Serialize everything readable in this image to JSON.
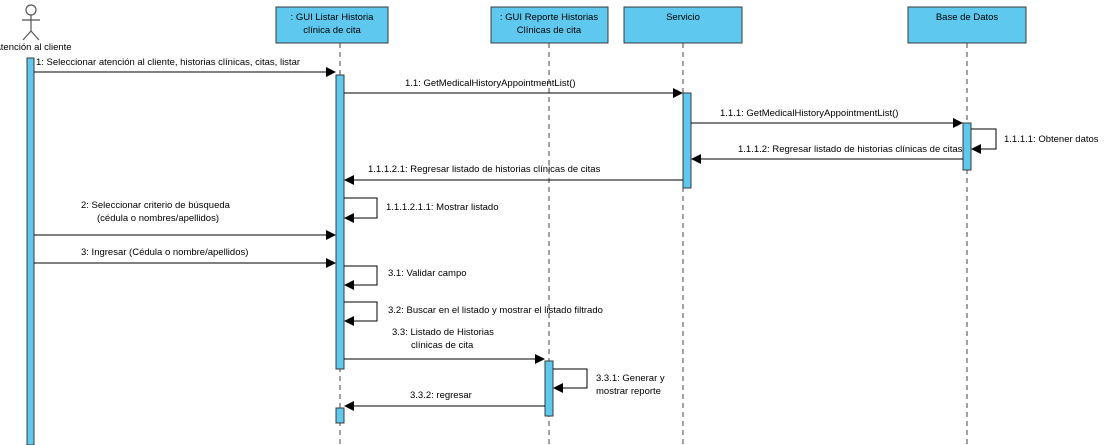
{
  "actor": {
    "name": "Atención al cliente"
  },
  "lifelines": [
    {
      "id": "gui_listar",
      "line1": ": GUI Listar Historia",
      "line2": "clínica de cita"
    },
    {
      "id": "gui_reporte",
      "line1": ": GUI Reporte Historias",
      "line2": "Clínicas de cita"
    },
    {
      "id": "servicio",
      "line1": "Servicio",
      "line2": ""
    },
    {
      "id": "bd",
      "line1": "Base de Datos",
      "line2": ""
    }
  ],
  "messages": [
    {
      "id": "m1",
      "lines": [
        "1: Seleccionar atención al cliente, historias clínicas, citas, listar"
      ]
    },
    {
      "id": "m11",
      "lines": [
        "1.1: GetMedicalHistoryAppointmentList()"
      ]
    },
    {
      "id": "m111",
      "lines": [
        "1.1.1: GetMedicalHistoryAppointmentList()"
      ]
    },
    {
      "id": "m1111",
      "lines": [
        "1.1.1.1: Obtener datos"
      ]
    },
    {
      "id": "m1112",
      "lines": [
        "1.1.1.2: Regresar listado de historias clínicas de citas"
      ]
    },
    {
      "id": "m11121",
      "lines": [
        "1.1.1.2.1: Regresar listado de historias clínicas de citas"
      ]
    },
    {
      "id": "m111211",
      "lines": [
        "1.1.1.2.1.1: Mostrar listado"
      ]
    },
    {
      "id": "m2",
      "lines": [
        "2: Seleccionar criterio de búsqueda",
        "(cédula o nombres/apellidos)"
      ]
    },
    {
      "id": "m3",
      "lines": [
        "3: Ingresar (Cédula o nombre/apellidos)"
      ]
    },
    {
      "id": "m31",
      "lines": [
        "3.1: Validar campo"
      ]
    },
    {
      "id": "m32",
      "lines": [
        "3.2: Buscar en el listado y mostrar el listado filtrado"
      ]
    },
    {
      "id": "m33",
      "lines": [
        "3.3: Listado de Historias",
        "clínicas de cita"
      ]
    },
    {
      "id": "m331",
      "lines": [
        "3.3.1: Generar y",
        "mostrar reporte"
      ]
    },
    {
      "id": "m332",
      "lines": [
        "3.3.2: regresar"
      ]
    }
  ]
}
